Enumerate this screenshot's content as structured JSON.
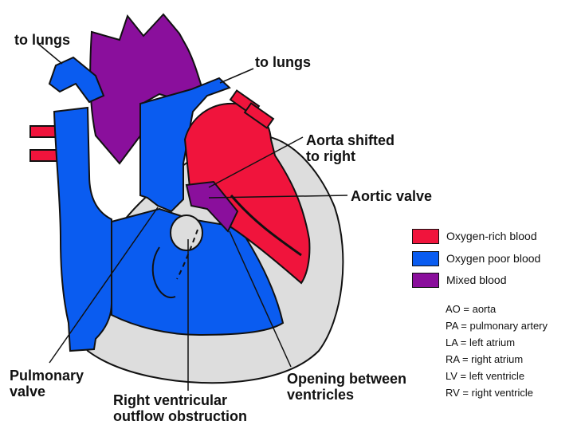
{
  "colors": {
    "oxygen_rich": "#f0143c",
    "oxygen_poor": "#0a5cf0",
    "mixed": "#8a0f9c",
    "pericardium": "#dddddd",
    "outline": "#111111"
  },
  "labels": {
    "to_lungs_left": "to lungs",
    "to_lungs_right": "to lungs",
    "aorta_shifted_line1": "Aorta shifted",
    "aorta_shifted_line2": "to right",
    "aortic_valve": "Aortic valve",
    "pulmonary_valve_line1": "Pulmonary",
    "pulmonary_valve_line2": "valve",
    "rv_obstruction_line1": "Right ventricular",
    "rv_obstruction_line2": "outflow obstruction",
    "opening_line1": "Opening between",
    "opening_line2": "ventricles"
  },
  "legend": [
    {
      "label": "Oxygen-rich blood",
      "color": "#f0143c"
    },
    {
      "label": "Oxygen poor blood",
      "color": "#0a5cf0"
    },
    {
      "label": "Mixed blood",
      "color": "#8a0f9c"
    }
  ],
  "abbreviations": [
    "AO = aorta",
    "PA = pulmonary artery",
    "LA = left atrium",
    "RA = right atrium",
    "LV = left ventricle",
    "RV = right ventricle"
  ]
}
